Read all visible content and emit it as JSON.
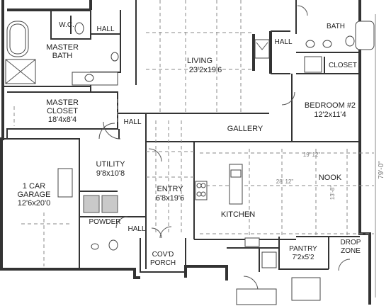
{
  "rooms": {
    "wc": "W.C.",
    "hall_top": "HALL",
    "master_bath": [
      "MASTER",
      "BATH"
    ],
    "living": [
      "LIVING",
      "23'2x19'6"
    ],
    "hall_right": "HALL",
    "bath": "BATH",
    "closet": "CLOSET",
    "master_closet": [
      "MASTER",
      "CLOSET",
      "18'4x8'4"
    ],
    "hall_mid": "HALL",
    "bedroom2": [
      "BEDROOM #2",
      "12'2x11'4"
    ],
    "gallery": "GALLERY",
    "utility": [
      "UTILITY",
      "9'8x10'8"
    ],
    "garage": [
      "1 CAR",
      "GARAGE",
      "12'6x20'0"
    ],
    "entry": [
      "ENTRY",
      "6'8x19'6"
    ],
    "nook": "NOOK",
    "kitchen": "KITCHEN",
    "powder": "POWDER",
    "hall_bottom": "HALL",
    "porch": [
      "COV'D",
      "PORCH"
    ],
    "pantry": [
      "PANTRY",
      "7'2x5'2"
    ],
    "drop_zone": [
      "DROP",
      "ZONE"
    ]
  },
  "dimensions": {
    "overall_right": "79'-0\"",
    "ceiling_a": "19' 12\"",
    "ceiling_b": "28' 12\"",
    "ceiling_c": "13'-8\""
  }
}
